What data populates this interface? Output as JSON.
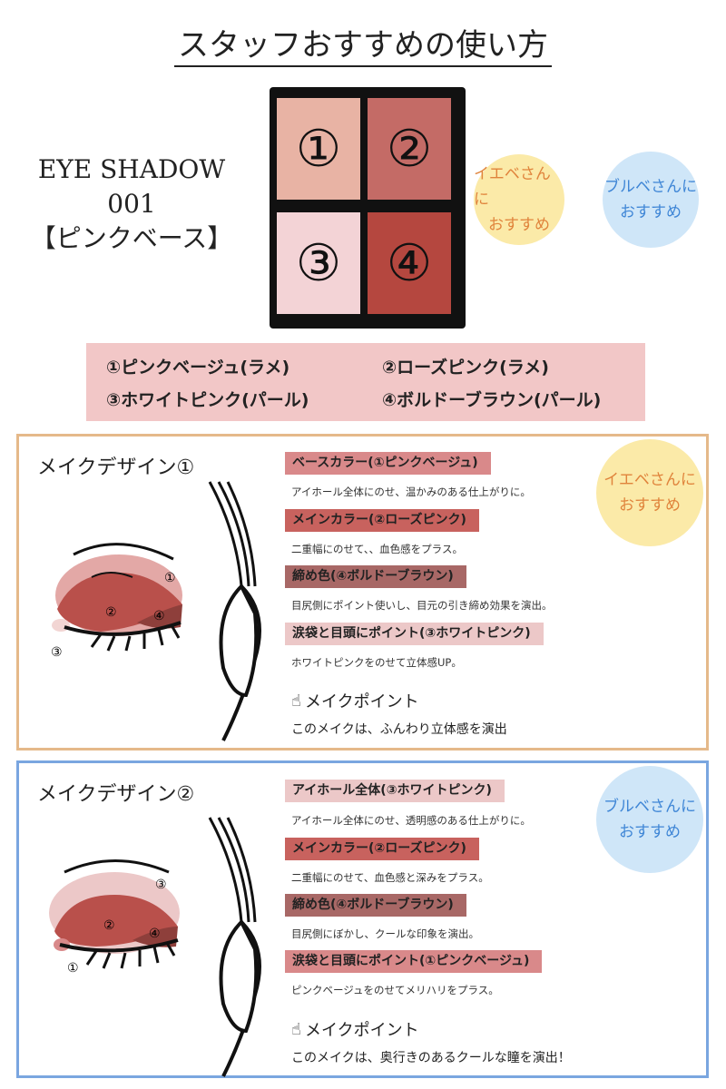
{
  "title": "スタッフおすすめの使い方",
  "product": {
    "line1": "EYE SHADOW",
    "line2": "001",
    "line3": "【ピンクベース】"
  },
  "palette": {
    "pans": [
      {
        "num": "①",
        "color": "#e8b3a4"
      },
      {
        "num": "②",
        "color": "#c46b66"
      },
      {
        "num": "③",
        "color": "#f3d3d6"
      },
      {
        "num": "④",
        "color": "#b5473f"
      }
    ]
  },
  "badges": {
    "yellow": {
      "line1": "イエベさんに",
      "line2": "おすすめ"
    },
    "blue": {
      "line1": "ブルベさんに",
      "line2": "おすすめ"
    }
  },
  "legend": [
    "①ピンクベージュ(ラメ)",
    "②ローズピンク(ラメ)",
    "③ホワイトピンク(パール)",
    "④ボルドーブラウン(パール)"
  ],
  "design1": {
    "title": "メイクデザイン①",
    "steps": [
      {
        "tag": "ベースカラー(①ピンクベージュ)",
        "desc": "アイホール全体にのせ、温かみのある仕上がりに。",
        "color": "#d9898a"
      },
      {
        "tag": "メインカラー(②ローズピンク)",
        "desc": "二重幅にのせて、、血色感をプラス。",
        "color": "#c8625e"
      },
      {
        "tag": "締め色(④ボルドーブラウン)",
        "desc": "目尻側にポイント使いし、目元の引き締め効果を演出。",
        "color": "#a86866"
      },
      {
        "tag": "涙袋と目頭にポイント(③ホワイトピンク)",
        "desc": "ホワイトピンクをのせて立体感UP。",
        "color": "#ecc8c8"
      }
    ],
    "point_label": "メイクポイント",
    "point_desc": "このメイクは、ふんわり立体感を演出",
    "eye_labels": [
      "①",
      "②",
      "④",
      "③"
    ]
  },
  "design2": {
    "title": "メイクデザイン②",
    "steps": [
      {
        "tag": "アイホール全体(③ホワイトピンク)",
        "desc": "アイホール全体にのせ、透明感のある仕上がりに。",
        "color": "#ecc8c8"
      },
      {
        "tag": "メインカラー(②ローズピンク)",
        "desc": "二重幅にのせて、血色感と深みをプラス。",
        "color": "#c8625e"
      },
      {
        "tag": "締め色(④ボルドーブラウン)",
        "desc": "目尻側にぼかし、クールな印象を演出。",
        "color": "#a86866"
      },
      {
        "tag": "涙袋と目頭にポイント(①ピンクベージュ)",
        "desc": "ピンクベージュをのせてメリハリをプラス。",
        "color": "#d9898a"
      }
    ],
    "point_label": "メイクポイント",
    "point_desc": "このメイクは、奥行きのあるクールな瞳を演出！",
    "eye_labels": [
      "③",
      "②",
      "④",
      "①"
    ]
  },
  "colors": {
    "section1_border": "#e5b98a",
    "section2_border": "#7aa6e0"
  }
}
